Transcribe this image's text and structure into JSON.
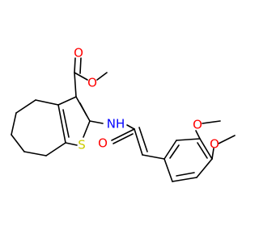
{
  "structure": {
    "atom_labels": {
      "ester_carbonyl_O": "O",
      "ester_ether_O": "O",
      "amide_N": "NH",
      "thiophene_S": "S",
      "amide_O": "O",
      "methoxy_O_1": "O",
      "methoxy_O_2": "O"
    }
  },
  "colors": {
    "bond": "#000000",
    "oxygen": "#ff0000",
    "nitrogen": "#0000ff",
    "sulfur": "#cccc00"
  }
}
